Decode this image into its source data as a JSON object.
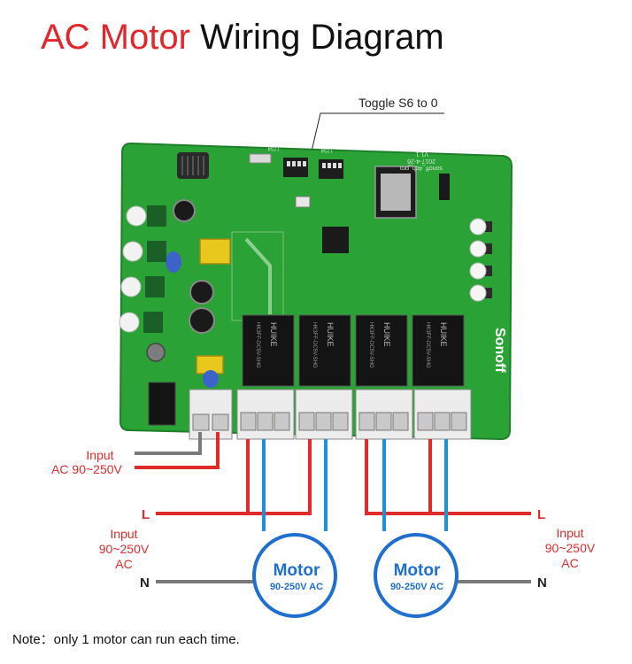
{
  "title": {
    "part_red": "AC Motor",
    "part_black": "Wiring Diagram",
    "colors": {
      "red": "#e3262b",
      "black": "#111111"
    }
  },
  "callout": "Toggle S6 to 0",
  "board": {
    "silk_version": "2017-4-26",
    "silk_rev": "V1.1",
    "silk_name": "sonoff_4ch_pro",
    "silk_switch_a": "1234",
    "silk_switch_b": "1234",
    "brand_text": "Sonoff",
    "relay_brand": "HUIKE",
    "relay_model": "HK3FF-DC5V-SHG",
    "board_color": "#2aa236"
  },
  "input_label": {
    "line1": "Input",
    "line2": "AC 90~250V"
  },
  "left_input": {
    "line1": "Input",
    "line2": "90~250V",
    "line3": "AC"
  },
  "right_input": {
    "line1": "Input",
    "line2": "90~250V",
    "line3": "AC"
  },
  "wires": {
    "L": "L",
    "N": "N",
    "L_right": "L",
    "N_right": "N",
    "line_color": "#e02b2b",
    "neutral_color": "#7a7a7a",
    "motor_lead_color": "#1f8fd6"
  },
  "motors": [
    {
      "label": "Motor",
      "voltage": "90-250V AC"
    },
    {
      "label": "Motor",
      "voltage": "90-250V AC"
    }
  ],
  "note": "Note：only 1 motor can run each time."
}
